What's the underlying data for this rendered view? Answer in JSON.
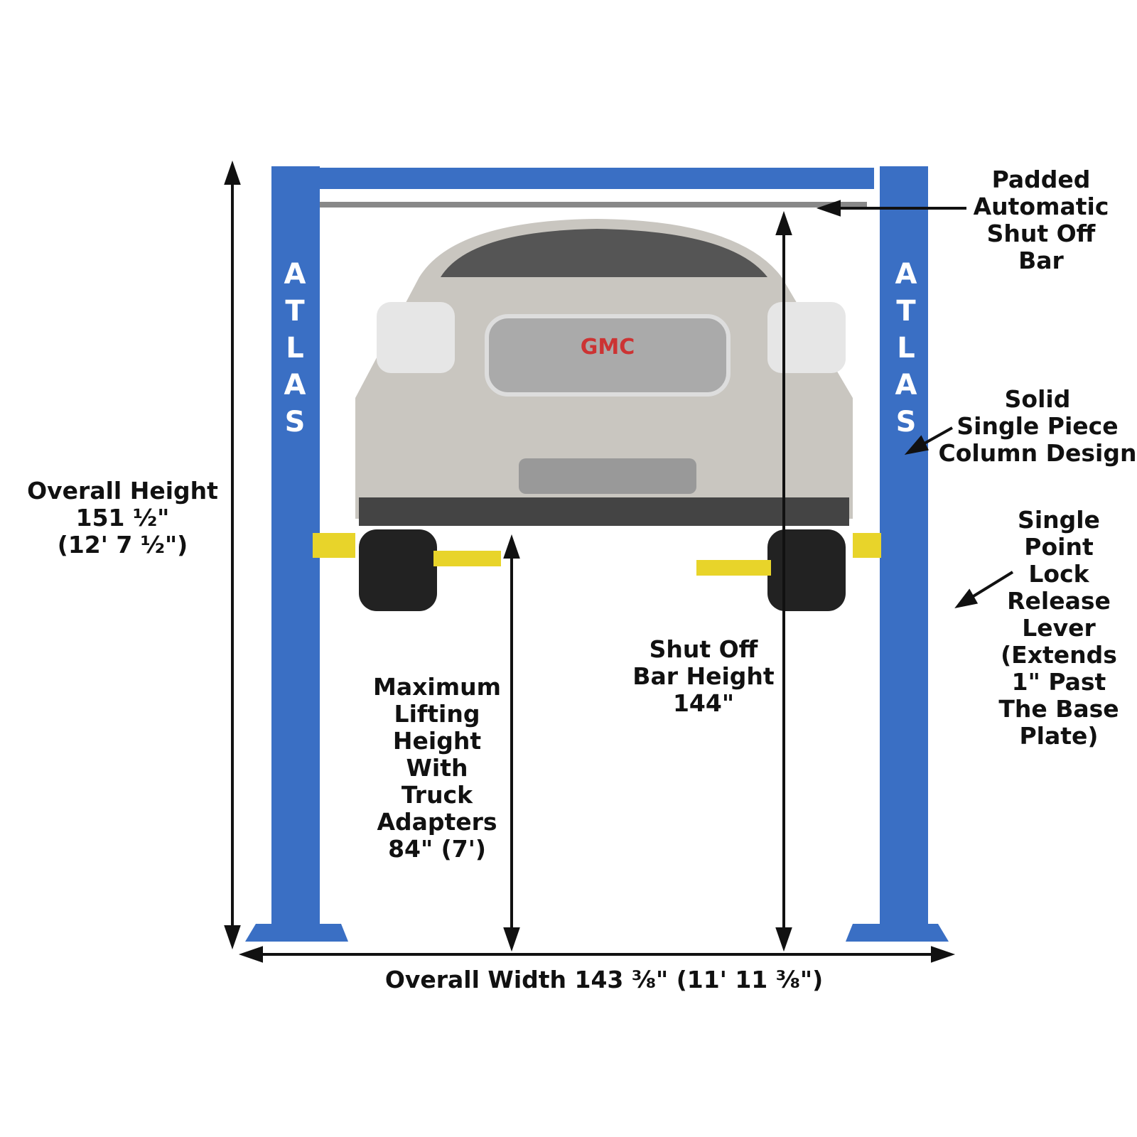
{
  "brand": {
    "column_text": "A\nT\nL\nA\nS",
    "vehicle_badge": "GMC"
  },
  "labels": {
    "padded_bar": "Padded\nAutomatic\nShut Off\nBar",
    "solid_column": "Solid\nSingle Piece\nColumn Design",
    "lock_release": "Single\nPoint\nLock\nRelease\nLever\n(Extends\n1\" Past\nThe Base\nPlate)",
    "overall_height": "Overall Height\n151 ½\"\n(12' 7 ½\")",
    "max_lift": "Maximum\nLifting\nHeight\nWith\nTruck\nAdapters\n84\" (7')",
    "shutoff_height": "Shut Off\nBar Height\n144\"",
    "overall_width": "Overall Width 143 ⅜\" (11' 11 ⅜\")"
  },
  "colors": {
    "column": "#3a6fc4",
    "arms": "#e8d42a",
    "car": "#c9c6c0"
  }
}
